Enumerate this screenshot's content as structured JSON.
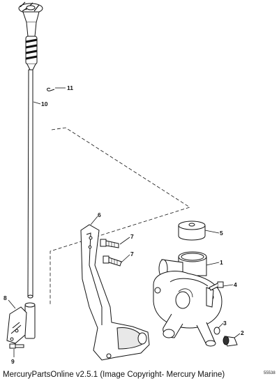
{
  "callouts": {
    "c1": "1",
    "c2": "2",
    "c3": "3",
    "c4": "4",
    "c5": "5",
    "c6": "6",
    "c7a": "7",
    "c7b": "7",
    "c8": "8",
    "c9": "9",
    "c10": "10",
    "c11": "11"
  },
  "diagram_code": "55538",
  "footer": "MercuryPartsOnline v2.5.1 (Image Copyright- Mercury Marine)",
  "colors": {
    "line": "#111111",
    "fill": "#ffffff",
    "shade": "#cfcfcf"
  }
}
